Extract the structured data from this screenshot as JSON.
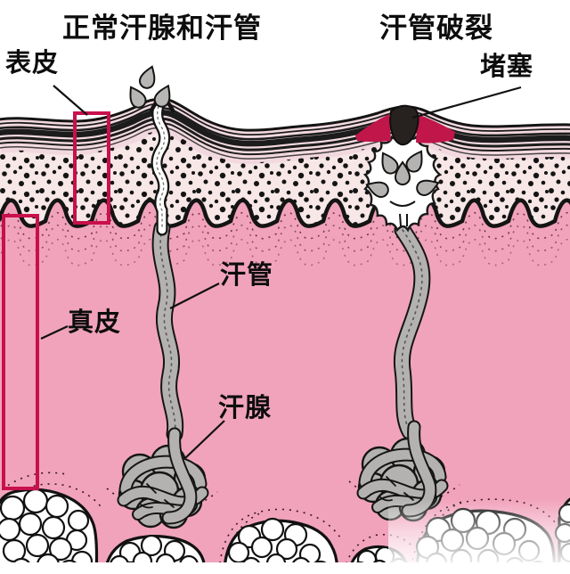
{
  "diagram": {
    "title_left": "正常汗腺和汗管",
    "title_right": "汗管破裂",
    "labels": {
      "epidermis": "表皮",
      "blockage": "堵塞",
      "sweat_duct": "汗管",
      "dermis": "真皮",
      "sweat_gland": "汗腺"
    },
    "colors": {
      "background": "#FFFFFF",
      "dermis_pink": "#F1A3BC",
      "epidermis_pale": "#F7E7E7",
      "corneum_band": "#F2D9DF",
      "duct_gray": "#B4B2B0",
      "outline_black": "#151515",
      "highlight_crimson": "#C8104C",
      "inflammation_red": "#C0164A",
      "blockage_dark": "#27221F"
    }
  }
}
